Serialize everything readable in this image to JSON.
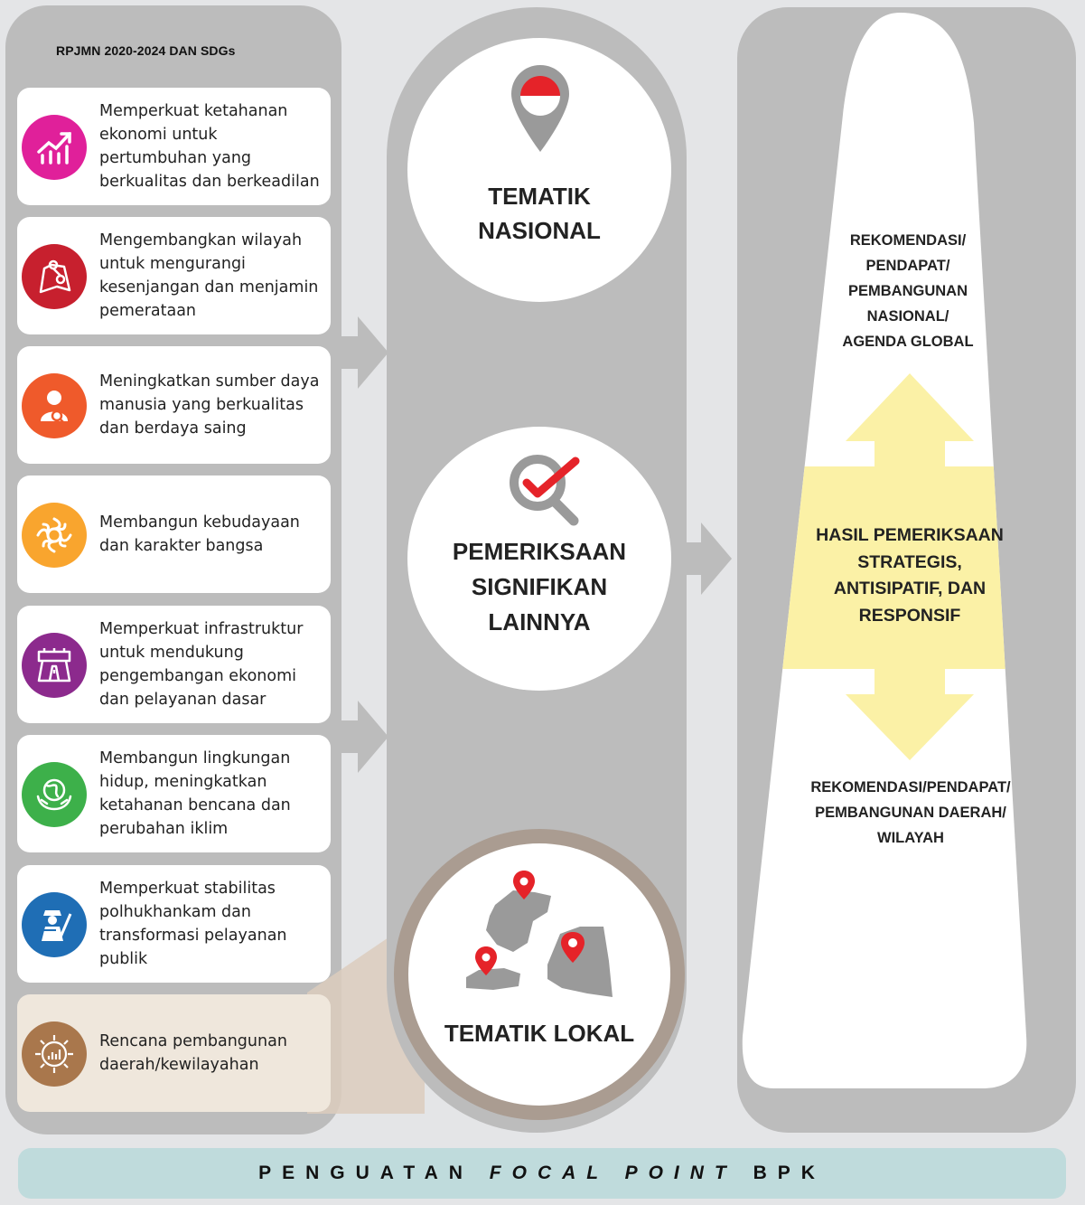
{
  "left": {
    "title": "RPJMN 2020-2024 DAN SDGs",
    "items": [
      {
        "label": "Memperkuat ketahanan ekonomi untuk pertumbuhan yang berkualitas dan berkeadilan",
        "icon": "growth-chart-icon",
        "color": "#e0209a"
      },
      {
        "label": "Mengembangkan wilayah untuk mengurangi kesenjangan dan menjamin pemerataan",
        "icon": "region-map-icon",
        "color": "#c7202e"
      },
      {
        "label": "Meningkatkan sumber daya manusia yang berkualitas dan berdaya saing",
        "icon": "person-search-icon",
        "color": "#ef5a2b"
      },
      {
        "label": "Membangun kebudayaan dan karakter bangsa",
        "icon": "culture-ornament-icon",
        "color": "#f9a52e"
      },
      {
        "label": "Memperkuat infrastruktur untuk mendukung pengembangan ekonomi dan pelayanan dasar",
        "icon": "infrastructure-road-icon",
        "color": "#8c2a8d"
      },
      {
        "label": "Membangun lingkungan hidup, meningkatkan ketahanan bencana dan perubahan iklim",
        "icon": "globe-hands-icon",
        "color": "#3db04a"
      },
      {
        "label": "Memperkuat stabilitas polhukhankam dan transformasi pelayanan publik",
        "icon": "security-officer-icon",
        "color": "#1f6eb5"
      },
      {
        "label": "Rencana pembangunan daerah/kewilayahan",
        "icon": "planning-gear-icon",
        "color": "#a9774c"
      }
    ]
  },
  "middle": {
    "national_line1": "TEMATIK",
    "national_line2": "NASIONAL",
    "significant_line1": "PEMERIKSAAN",
    "significant_line2": "SIGNIFIKAN",
    "significant_line3": "LAINNYA",
    "local": "TEMATIK LOKAL"
  },
  "right": {
    "top_lines": [
      "REKOMENDASI/",
      "PENDAPAT/",
      "PEMBANGUNAN",
      "NASIONAL/",
      "AGENDA GLOBAL"
    ],
    "center_lines": [
      "HASIL PEMERIKSAAN",
      "STRATEGIS,",
      "ANTISIPATIF, DAN",
      "RESPONSIF"
    ],
    "bottom_lines": [
      "REKOMENDASI/PENDAPAT/",
      "PEMBANGUNAN DAERAH/",
      "WILAYAH"
    ]
  },
  "footer": {
    "prefix": "PENGUATAN",
    "italic": "FOCAL POINT",
    "suffix": "BPK"
  },
  "colors": {
    "panel": "#bcbcbc",
    "highlight_yellow": "#fbf1a6",
    "pin_red": "#e52329",
    "footer_bg": "#bfdbdc",
    "local_card": "#efe7dc",
    "local_ring": "#aa9c91"
  }
}
